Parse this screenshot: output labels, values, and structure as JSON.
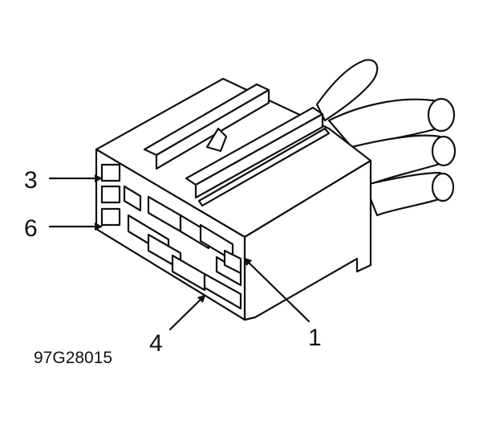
{
  "diagram": {
    "callouts": [
      "3",
      "6",
      "4",
      "1"
    ],
    "figure_code": "97G28015",
    "ink_color": "#111111",
    "background_color": "#ffffff"
  }
}
